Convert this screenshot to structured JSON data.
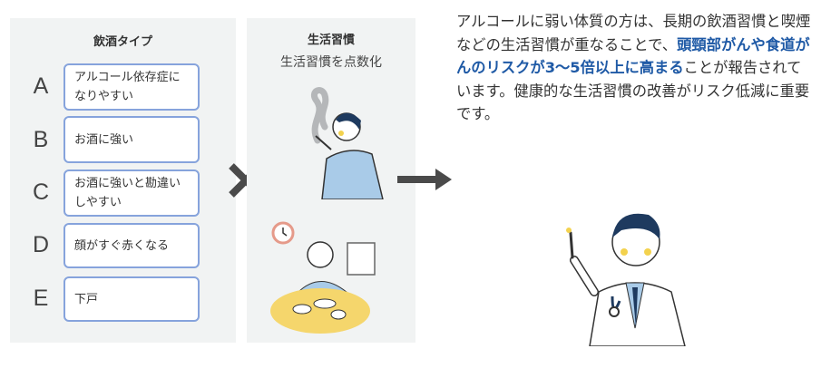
{
  "drinking": {
    "title": "飲酒タイプ",
    "items": [
      {
        "letter": "A",
        "label": "アルコール依存症になりやすい"
      },
      {
        "letter": "B",
        "label": "お酒に強い"
      },
      {
        "letter": "C",
        "label": "お酒に強いと勘違いしやすい"
      },
      {
        "letter": "D",
        "label": "顔がすぐ赤くなる"
      },
      {
        "letter": "E",
        "label": "下戸"
      }
    ]
  },
  "lifestyle": {
    "title": "生活習慣",
    "subtitle": "生活習慣を点数化"
  },
  "message": {
    "part1": "アルコールに弱い体質の方は、長期の飲酒習慣と喫煙などの生活習慣が重なることで、",
    "highlight": "頭頸部がんや食道がんのリスクが3〜5倍以上に高まる",
    "part2": "ことが報告されています。健康的な生活習慣の改善がリスク低減に重要です。"
  },
  "colors": {
    "accent": "#1f5aa6",
    "box_border": "#86a3dc",
    "panel": "#f1f3f3"
  }
}
